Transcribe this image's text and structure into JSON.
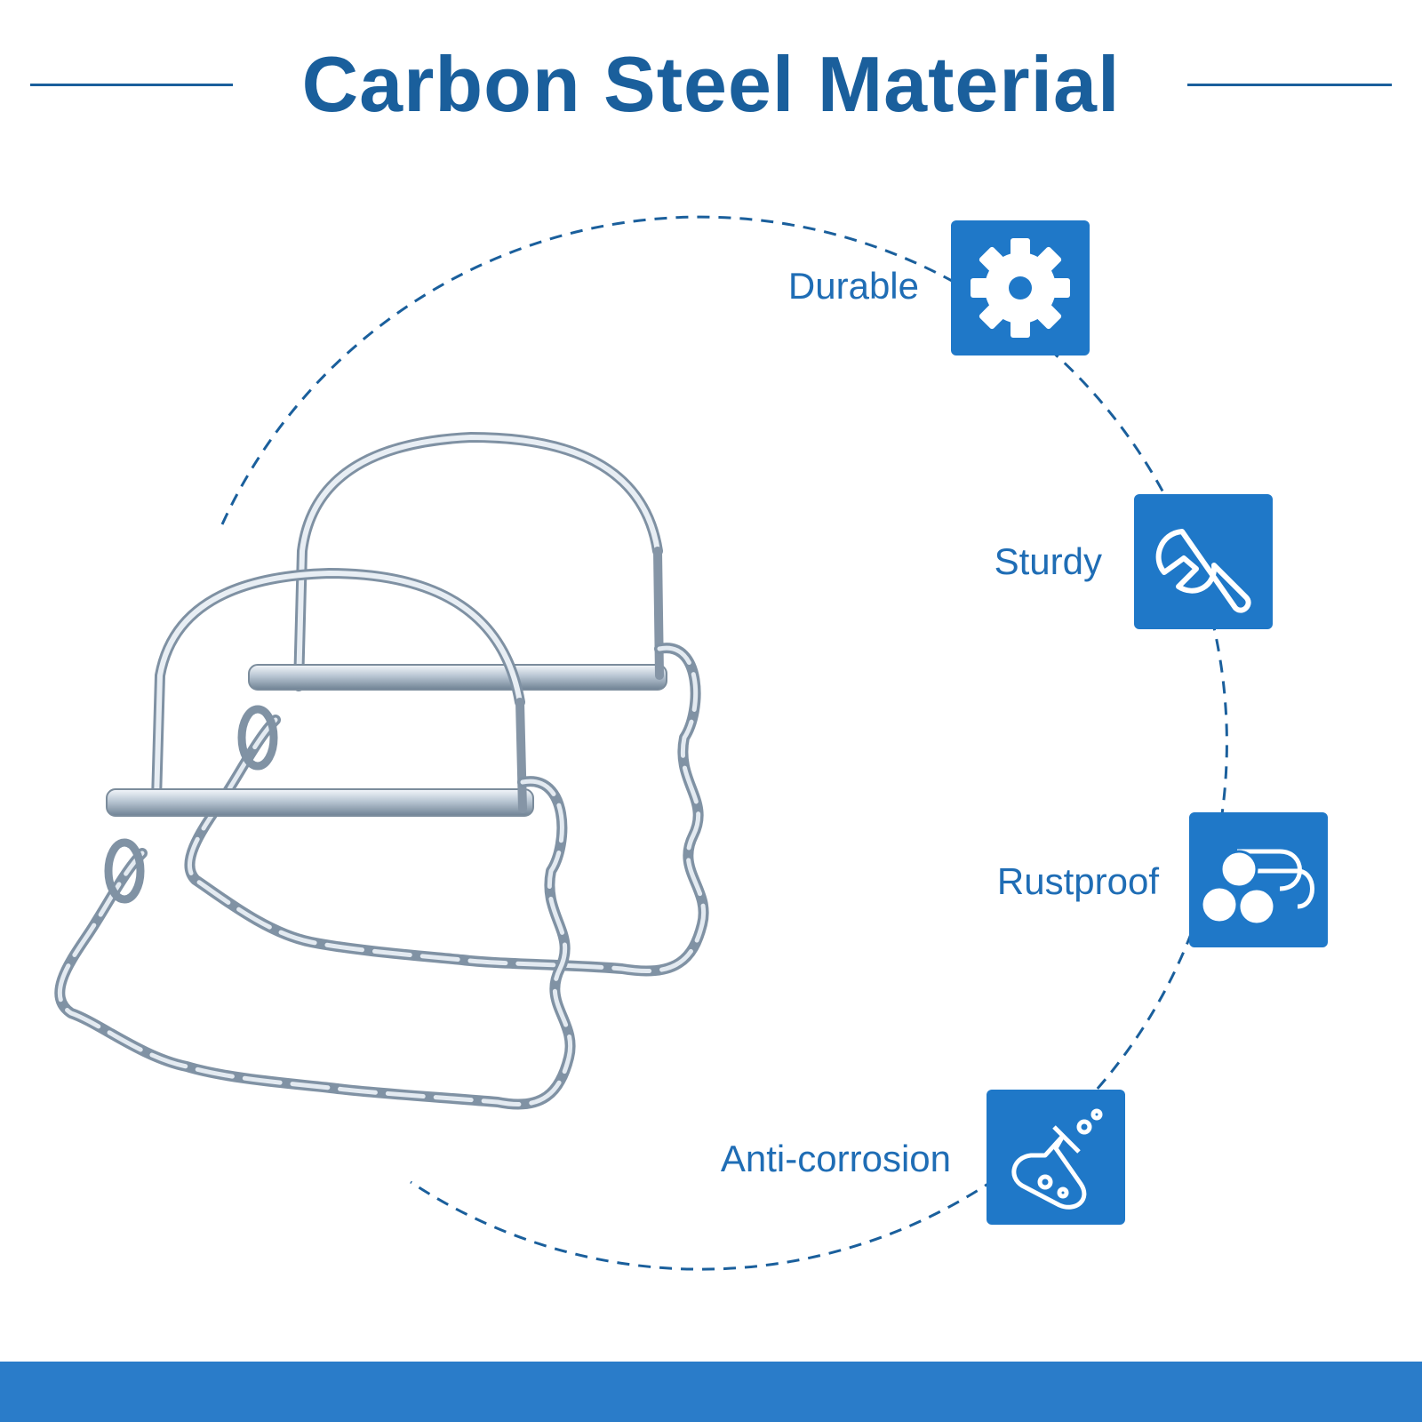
{
  "header": {
    "title": "Carbon Steel Material"
  },
  "features": [
    {
      "label": "Durable",
      "icon": "gear-icon"
    },
    {
      "label": "Sturdy",
      "icon": "wrench-icon"
    },
    {
      "label": "Rustproof",
      "icon": "rods-icon"
    },
    {
      "label": "Anti-corrosion",
      "icon": "flask-icon"
    }
  ],
  "colors": {
    "title": "#1a5f9c",
    "accent": "#2a7cc9",
    "tile": "#1f78c8"
  }
}
